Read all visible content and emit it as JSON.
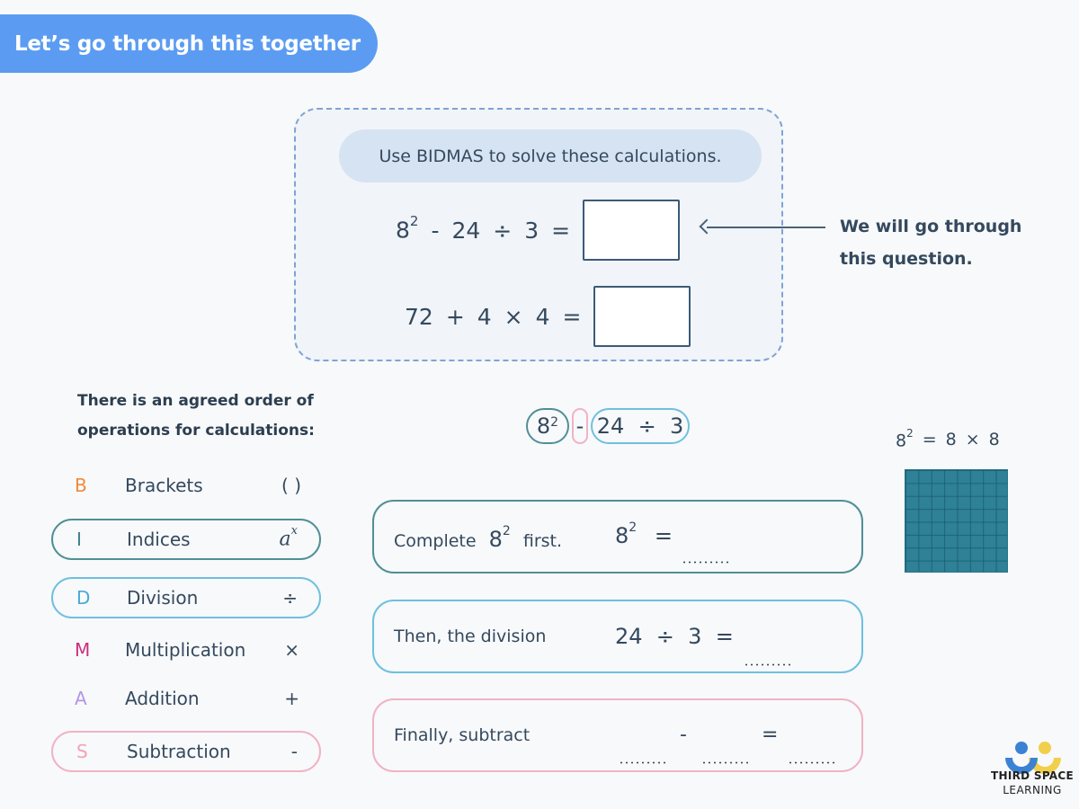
{
  "header": {
    "title": "Let’s go through this together"
  },
  "question_card": {
    "instruction": "Use BIDMAS to solve these calculations.",
    "questions": [
      {
        "base": "8",
        "exponent": "2",
        "rest": [
          "-",
          "24",
          "÷",
          "3",
          "="
        ],
        "answer": ""
      },
      {
        "parts": [
          "72",
          "+",
          "4",
          "×",
          "4",
          "="
        ],
        "answer": ""
      }
    ]
  },
  "note": {
    "line1": "We will go through",
    "line2": "this question."
  },
  "intro": {
    "line1": "There is an agreed order of",
    "line2": "operations for calculations:"
  },
  "bidmas": [
    {
      "letter": "B",
      "word": "Brackets",
      "symbol": "( )",
      "color": "#f08a3c",
      "outlined": false
    },
    {
      "letter": "I",
      "word": "Indices",
      "symbol_base": "a",
      "symbol_exp": "x",
      "color": "#3d7f8a",
      "outlined": true,
      "border": "#4f8f97"
    },
    {
      "letter": "D",
      "word": "Division",
      "symbol": "÷",
      "color": "#4aa8d8",
      "outlined": true,
      "border": "#6ec0e0"
    },
    {
      "letter": "M",
      "word": "Multiplication",
      "symbol": "×",
      "color": "#c9307f",
      "outlined": false
    },
    {
      "letter": "A",
      "word": "Addition",
      "symbol": "+",
      "color": "#b295e8",
      "outlined": false
    },
    {
      "letter": "S",
      "word": "Subtraction",
      "symbol": "-",
      "color": "#f0a3b5",
      "outlined": true,
      "border": "#f0b3c3"
    }
  ],
  "expression": {
    "chip1_base": "8",
    "chip1_exp": "2",
    "chip2": "-",
    "chip3": "24  ÷  3"
  },
  "square": {
    "label_base": "8",
    "label_exp": "2",
    "label_rest": [
      "=",
      "8",
      "×",
      "8"
    ],
    "grid_size": 8,
    "color": "#2e8196"
  },
  "steps": [
    {
      "label_a": "Complete",
      "base": "8",
      "exp": "2",
      "label_b": "first.",
      "math_base": "8",
      "math_exp": "2",
      "math_rest": "=",
      "blank": "........."
    },
    {
      "label": "Then, the division",
      "math": "24  ÷  3  =",
      "blank": "........."
    },
    {
      "label": "Finally, subtract",
      "op1": "-",
      "op2": "=",
      "blanks": [
        ".........",
        ".........",
        "........."
      ]
    }
  ],
  "logo": {
    "line1": "THIRD SPACE",
    "line2": "LEARNING"
  },
  "colors": {
    "header": "#5b9cf2",
    "indices": "#4f8f97",
    "division": "#6ec0e0",
    "subtraction": "#f0b3c3",
    "text": "#34495e"
  }
}
